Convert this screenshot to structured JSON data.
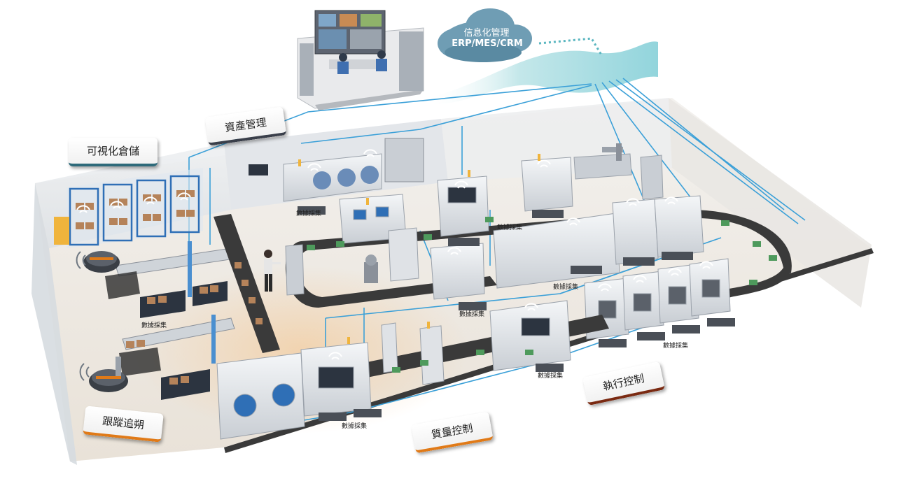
{
  "cloud": {
    "line1": "信息化管理",
    "line2": "ERP/MES/CRM",
    "color": "#6f9db4"
  },
  "callouts": {
    "asset_management": "資產管理",
    "visual_storage": "可視化倉儲",
    "tracking": "跟蹤追朔",
    "quality_control": "質量控制",
    "execution_control": "執行控制"
  },
  "data_collection_label": "數據採集",
  "colors": {
    "network_line": "#3ba0d8",
    "conveyor": "#3a3a3a",
    "machine_body": "#e4e7ea",
    "floor": "#efe9e2",
    "wall": "#e7e9ec",
    "accent_orange": "#e07a18",
    "accent_brown": "#7a2a12"
  },
  "icons": [
    "wifi-icon",
    "cloud-icon",
    "robot-arm-icon",
    "agv-icon",
    "worker-icon",
    "monitor-icon"
  ]
}
